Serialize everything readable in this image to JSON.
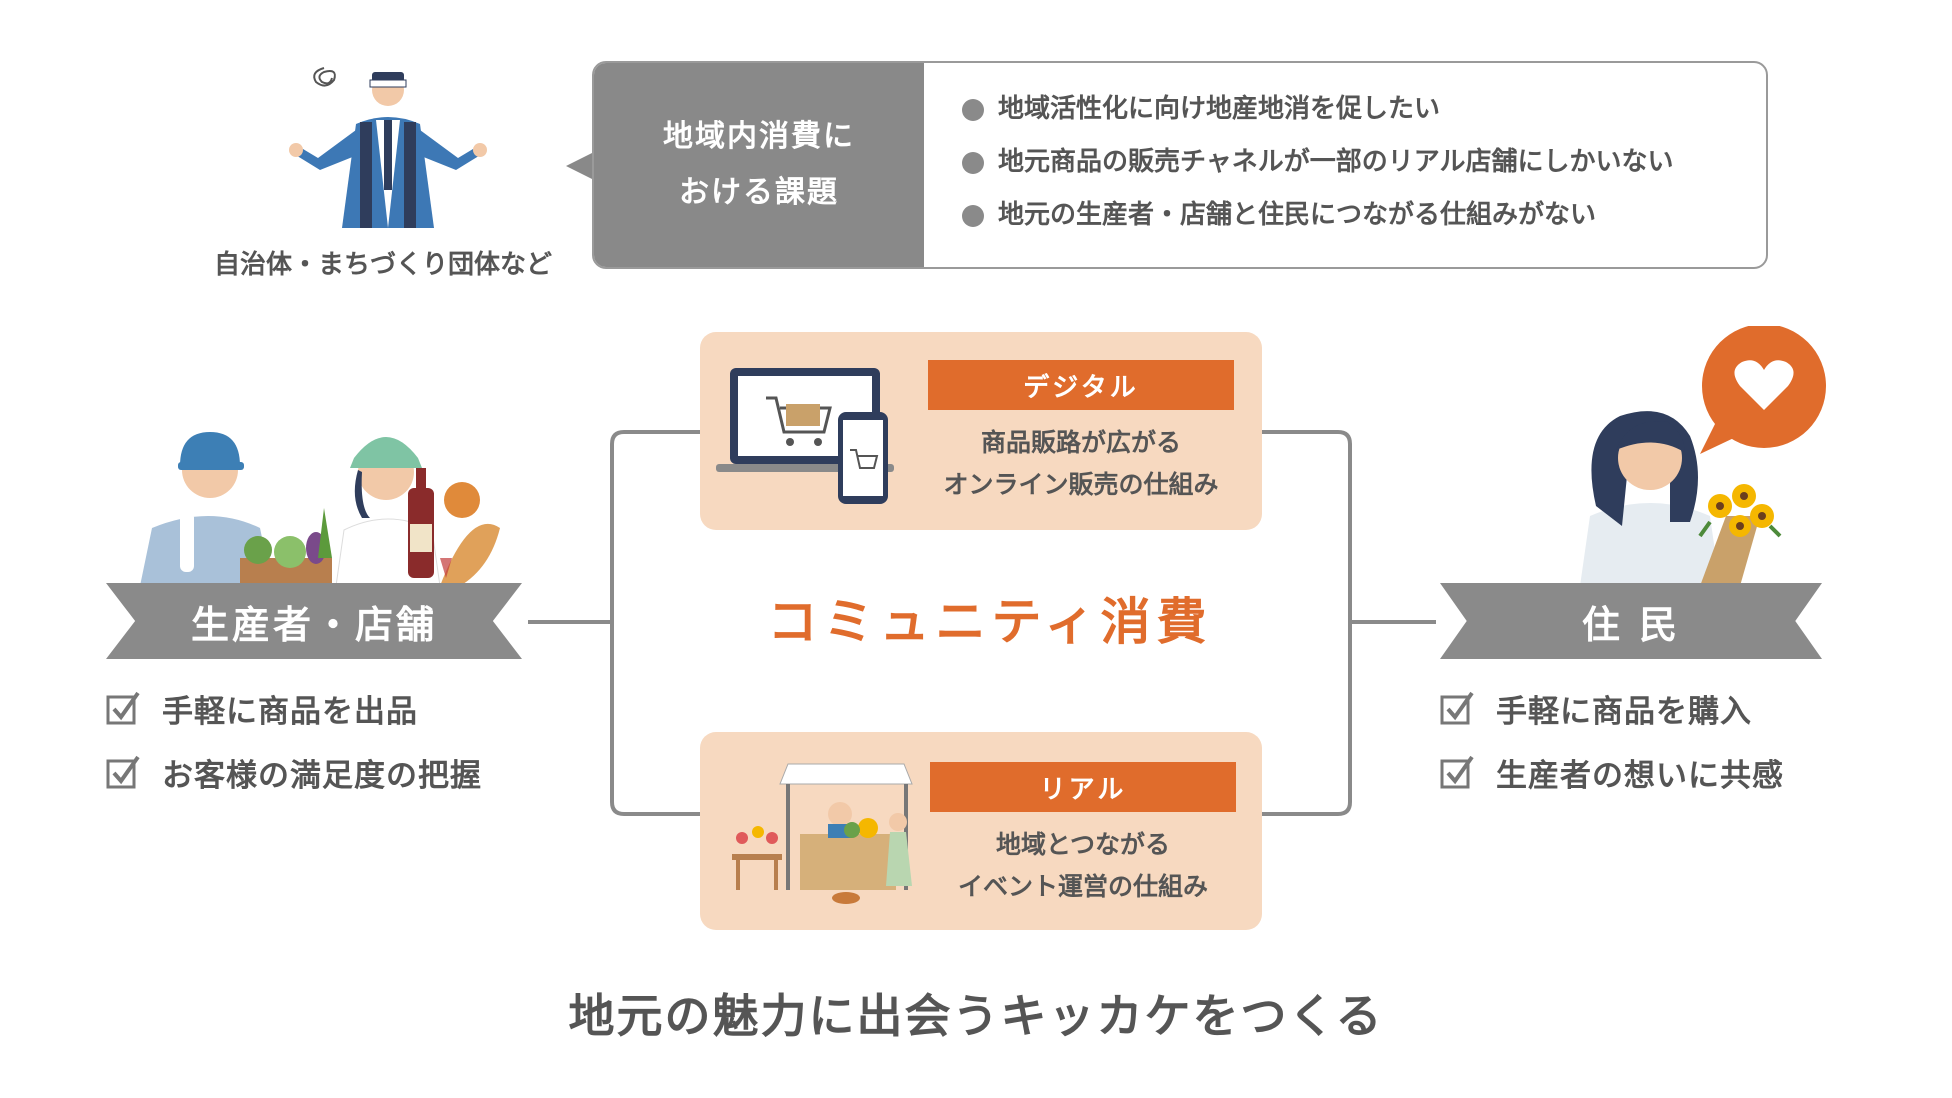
{
  "issue": {
    "actor_caption": "自治体・まちづくり団体など",
    "label_line1": "地域内消費に",
    "label_line2": "おける課題",
    "items": [
      "地域活性化に向け地産地消を促したい",
      "地元商品の販売チャネルが一部のリアル店舗にしかいない",
      "地元の生産者・店舗と住民につながる仕組みがない"
    ]
  },
  "producer": {
    "title": "生産者・店舗",
    "benefits": [
      "手軽に商品を出品",
      "お客様の満足度の把握"
    ]
  },
  "resident": {
    "title": "住 民",
    "benefits": [
      "手軽に商品を購入",
      "生産者の想いに共感"
    ]
  },
  "digital": {
    "tag": "デジタル",
    "line1": "商品販路が広がる",
    "line2": "オンライン販売の仕組み"
  },
  "real": {
    "tag": "リアル",
    "line1": "地域とつながる",
    "line2": "イベント運営の仕組み"
  },
  "center_title": "コミュニティ消費",
  "footer": "地元の魅力に出会うキッカケをつくる",
  "colors": {
    "accent": "#e06c2c",
    "card": "#f7d9c0",
    "gray": "#8a8a8a",
    "text": "#555555"
  }
}
